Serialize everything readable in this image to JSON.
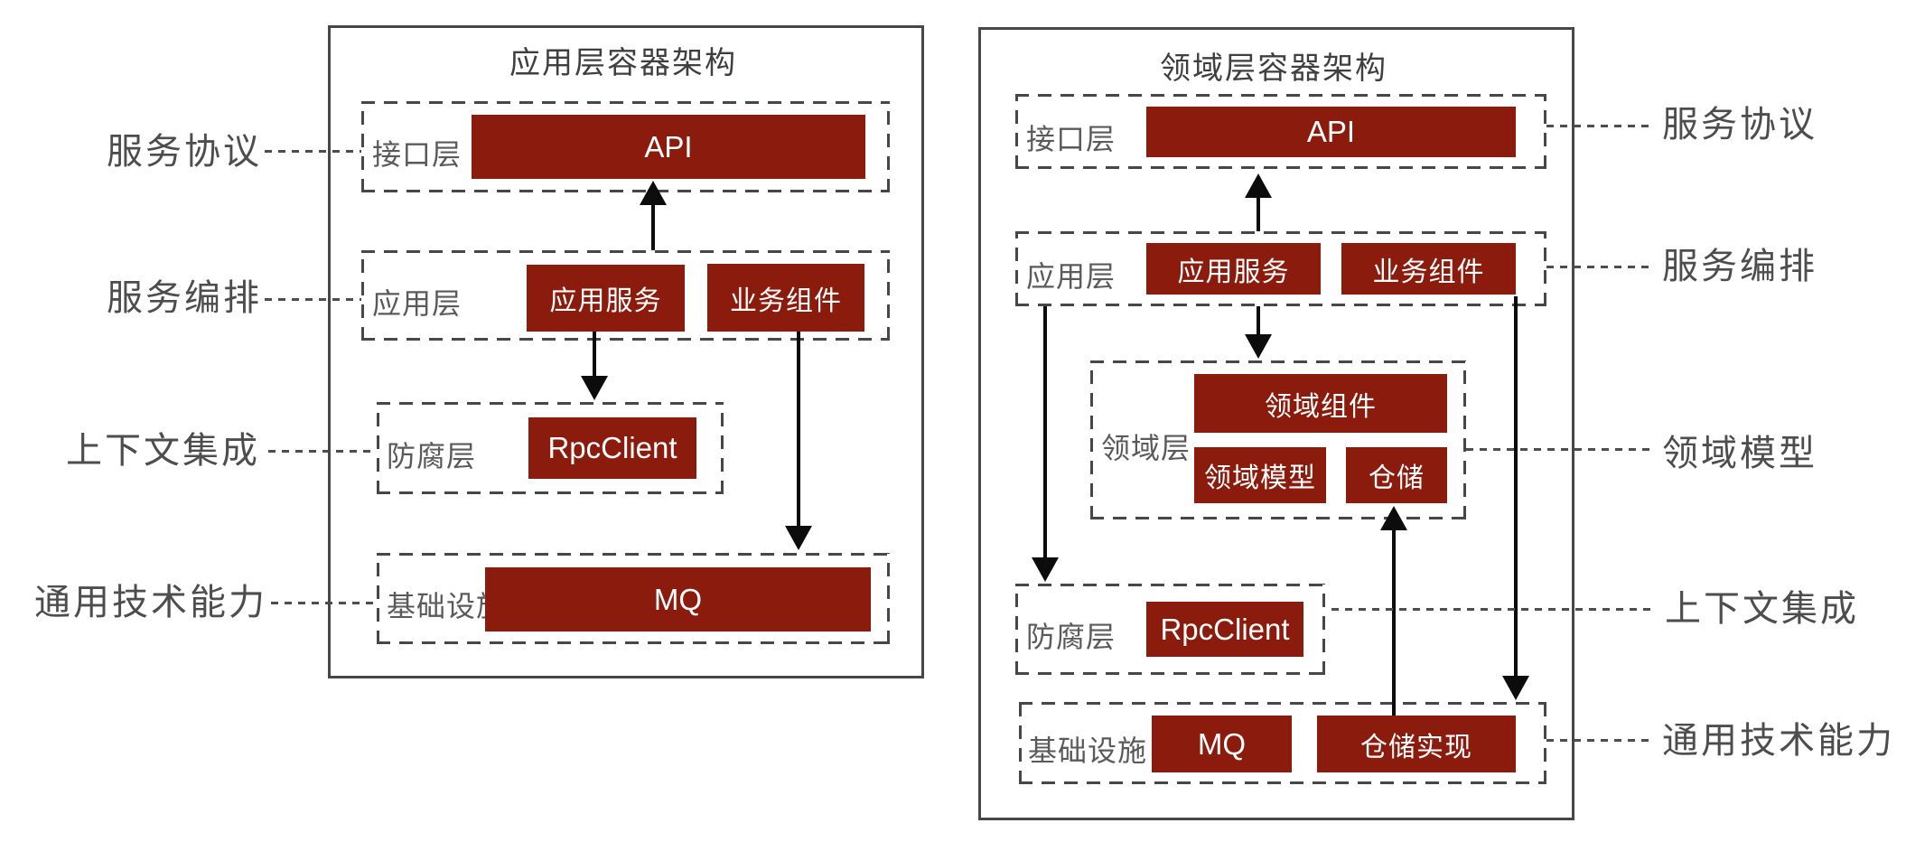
{
  "left_annotations": [
    {
      "label": "服务协议"
    },
    {
      "label": "服务编排"
    },
    {
      "label": "上下文集成"
    },
    {
      "label": "通用技术能力"
    }
  ],
  "right_annotations": [
    {
      "label": "服务协议"
    },
    {
      "label": "服务编排"
    },
    {
      "label": "领域模型"
    },
    {
      "label": "上下文集成"
    },
    {
      "label": "通用技术能力"
    }
  ],
  "diagrams": {
    "left": {
      "title": "应用层容器架构",
      "layers": [
        {
          "name": "接口层",
          "components": [
            "API"
          ]
        },
        {
          "name": "应用层",
          "components": [
            "应用服务",
            "业务组件"
          ]
        },
        {
          "name": "防腐层",
          "components": [
            "RpcClient"
          ]
        },
        {
          "name": "基础设施",
          "components": [
            "MQ"
          ]
        }
      ]
    },
    "right": {
      "title": "领域层容器架构",
      "layers": [
        {
          "name": "接口层",
          "components": [
            "API"
          ]
        },
        {
          "name": "应用层",
          "components": [
            "应用服务",
            "业务组件"
          ]
        },
        {
          "name": "领域层",
          "components": [
            "领域组件",
            "领域模型",
            "仓储"
          ]
        },
        {
          "name": "防腐层",
          "components": [
            "RpcClient"
          ]
        },
        {
          "name": "基础设施",
          "components": [
            "MQ",
            "仓储实现"
          ]
        }
      ]
    }
  },
  "colors": {
    "component_fill": "#8b1c0d",
    "line_gray": "#474747",
    "label_gray": "#5a5a5a",
    "annotation_gray": "#4d4d4d",
    "arrow_black": "#0c0c0c"
  }
}
